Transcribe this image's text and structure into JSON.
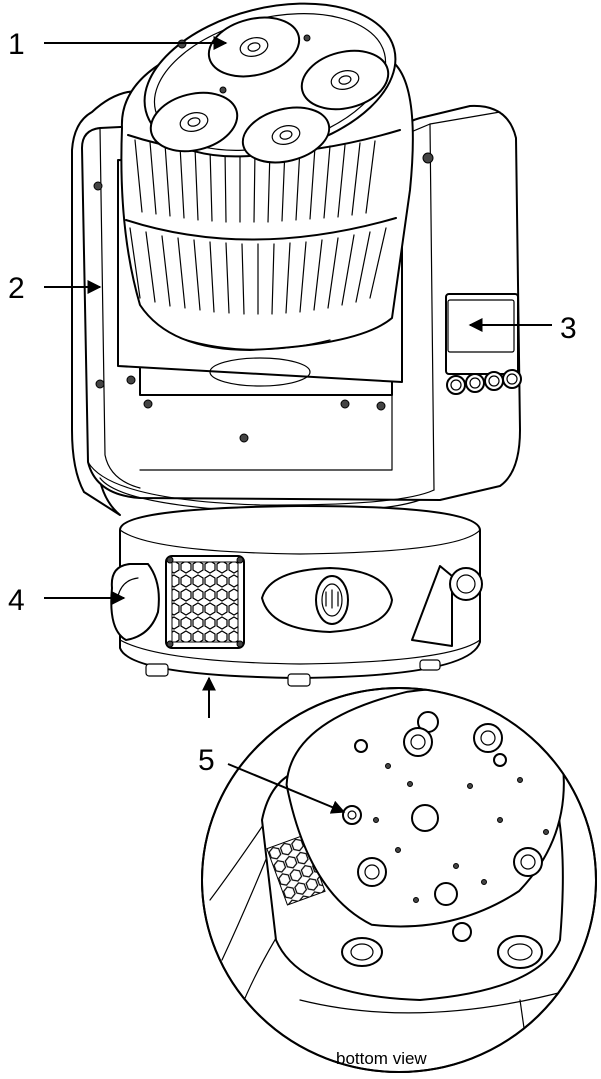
{
  "figure": {
    "callouts": [
      {
        "id": "1",
        "label": "1"
      },
      {
        "id": "2",
        "label": "2"
      },
      {
        "id": "3",
        "label": "3"
      },
      {
        "id": "4",
        "label": "4"
      },
      {
        "id": "5",
        "label": "5"
      }
    ],
    "inset_caption": "bottom view"
  }
}
